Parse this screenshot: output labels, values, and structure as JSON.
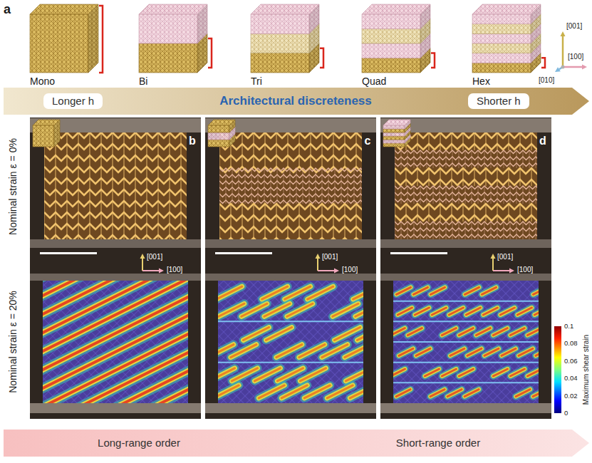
{
  "diagram": {
    "nodes": [
      {
        "text": [
          "Architectural discreteness"
        ]
      },
      {
        "text": [
          "Longer h"
        ],
        "in": 0
      },
      {
        "text": [
          "Shorter h"
        ],
        "in": 0
      },
      {
        "text": [
          "Long-range order",
          "Short-range order"
        ]
      }
    ],
    "labels": [
      "a",
      "Mono",
      "Bi",
      "Tri",
      "Quad",
      "Hex",
      "[001]",
      "[100]",
      "[010]",
      "b",
      "c",
      "d",
      "Nominal strain ε = 0%",
      "Nominal strain ε = 20%",
      "[001]",
      "[100]",
      "[001]",
      "[100]",
      "[001]",
      "[100]",
      "Maximum shear strain",
      "0.1",
      "0.08",
      "0.06",
      "0.04",
      "0.02",
      "0"
    ]
  }
}
